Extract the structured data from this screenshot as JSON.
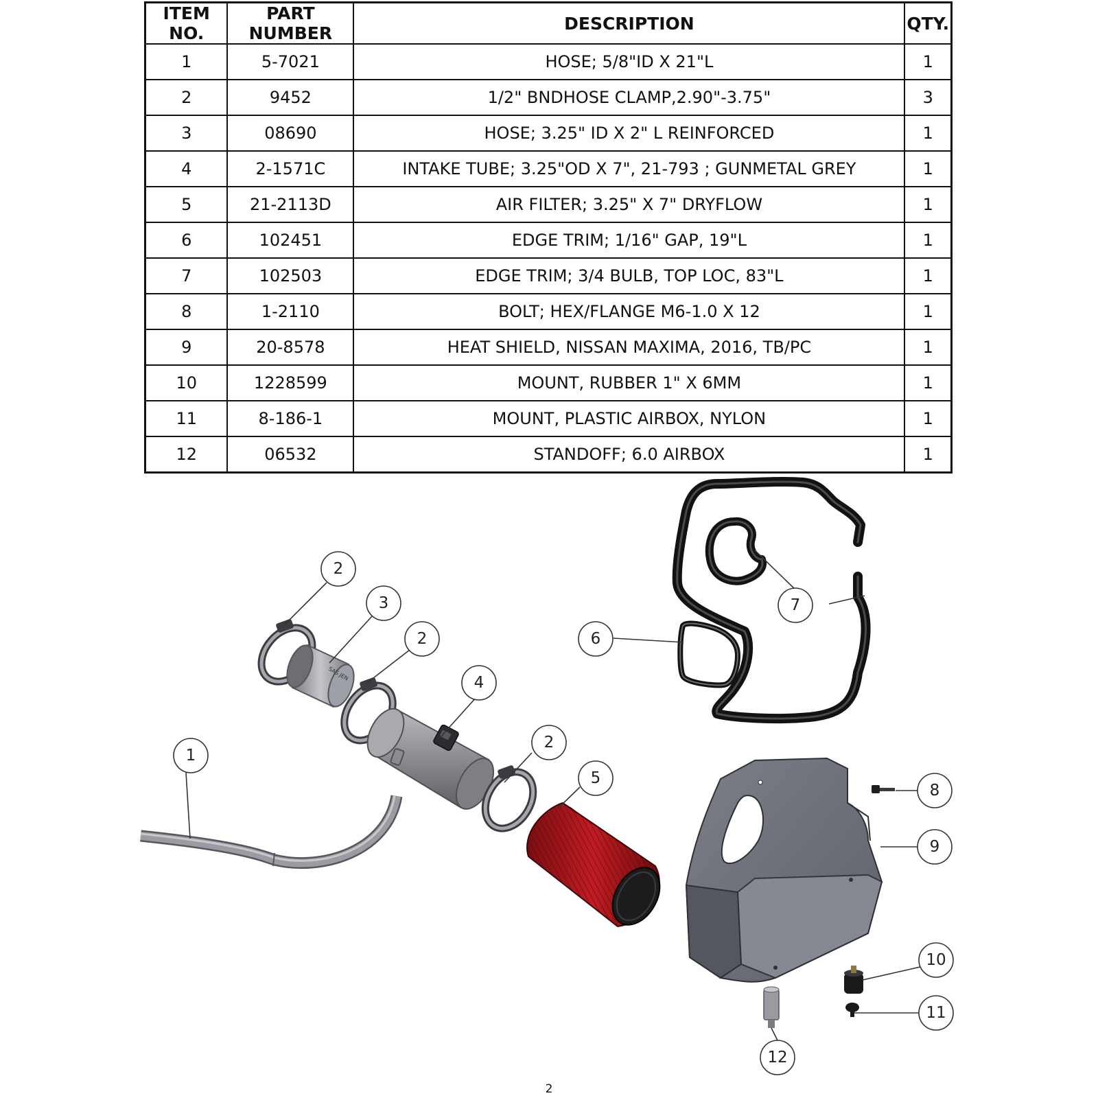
{
  "table": {
    "headers": [
      "ITEM NO.",
      "PART NUMBER",
      "DESCRIPTION",
      "QTY."
    ],
    "rows": [
      {
        "item": "1",
        "part": "5-7021",
        "description": "HOSE; 5/8\"ID X 21\"L",
        "qty": "1"
      },
      {
        "item": "2",
        "part": "9452",
        "description": "1/2\" BNDHOSE CLAMP,2.90\"-3.75\"",
        "qty": "3"
      },
      {
        "item": "3",
        "part": "08690",
        "description": "HOSE; 3.25\" ID X 2\" L REINFORCED",
        "qty": "1"
      },
      {
        "item": "4",
        "part": "2-1571C",
        "description": "INTAKE TUBE; 3.25\"OD X 7\", 21-793 ; GUNMETAL GREY",
        "qty": "1"
      },
      {
        "item": "5",
        "part": "21-2113D",
        "description": "AIR FILTER; 3.25\" X 7\" DRYFLOW",
        "qty": "1"
      },
      {
        "item": "6",
        "part": "102451",
        "description": "EDGE TRIM; 1/16\" GAP, 19\"L",
        "qty": "1"
      },
      {
        "item": "7",
        "part": "102503",
        "description": "EDGE TRIM; 3/4 BULB, TOP LOC, 83\"L",
        "qty": "1"
      },
      {
        "item": "8",
        "part": "1-2110",
        "description": "BOLT; HEX/FLANGE M6-1.0 X 12",
        "qty": "1"
      },
      {
        "item": "9",
        "part": "20-8578",
        "description": "HEAT SHIELD, NISSAN MAXIMA, 2016, TB/PC",
        "qty": "1"
      },
      {
        "item": "10",
        "part": "1228599",
        "description": "MOUNT, RUBBER 1\" X 6MM",
        "qty": "1"
      },
      {
        "item": "11",
        "part": "8-186-1",
        "description": "MOUNT, PLASTIC AIRBOX, NYLON",
        "qty": "1"
      },
      {
        "item": "12",
        "part": "06532",
        "description": "STANDOFF; 6.0 AIRBOX",
        "qty": "1"
      }
    ]
  },
  "diagram": {
    "callouts": [
      "1",
      "2",
      "3",
      "2",
      "4",
      "2",
      "5",
      "6",
      "7",
      "8",
      "9",
      "10",
      "11",
      "12"
    ],
    "hose_band_text": "SAS JEN"
  },
  "colors": {
    "ink": "#111111",
    "filter_red": "#b3161c",
    "metal_grey": "#8e9096",
    "shield_grey": "#6f717a",
    "trim_black": "#1a1a1a"
  },
  "page_number": "2"
}
